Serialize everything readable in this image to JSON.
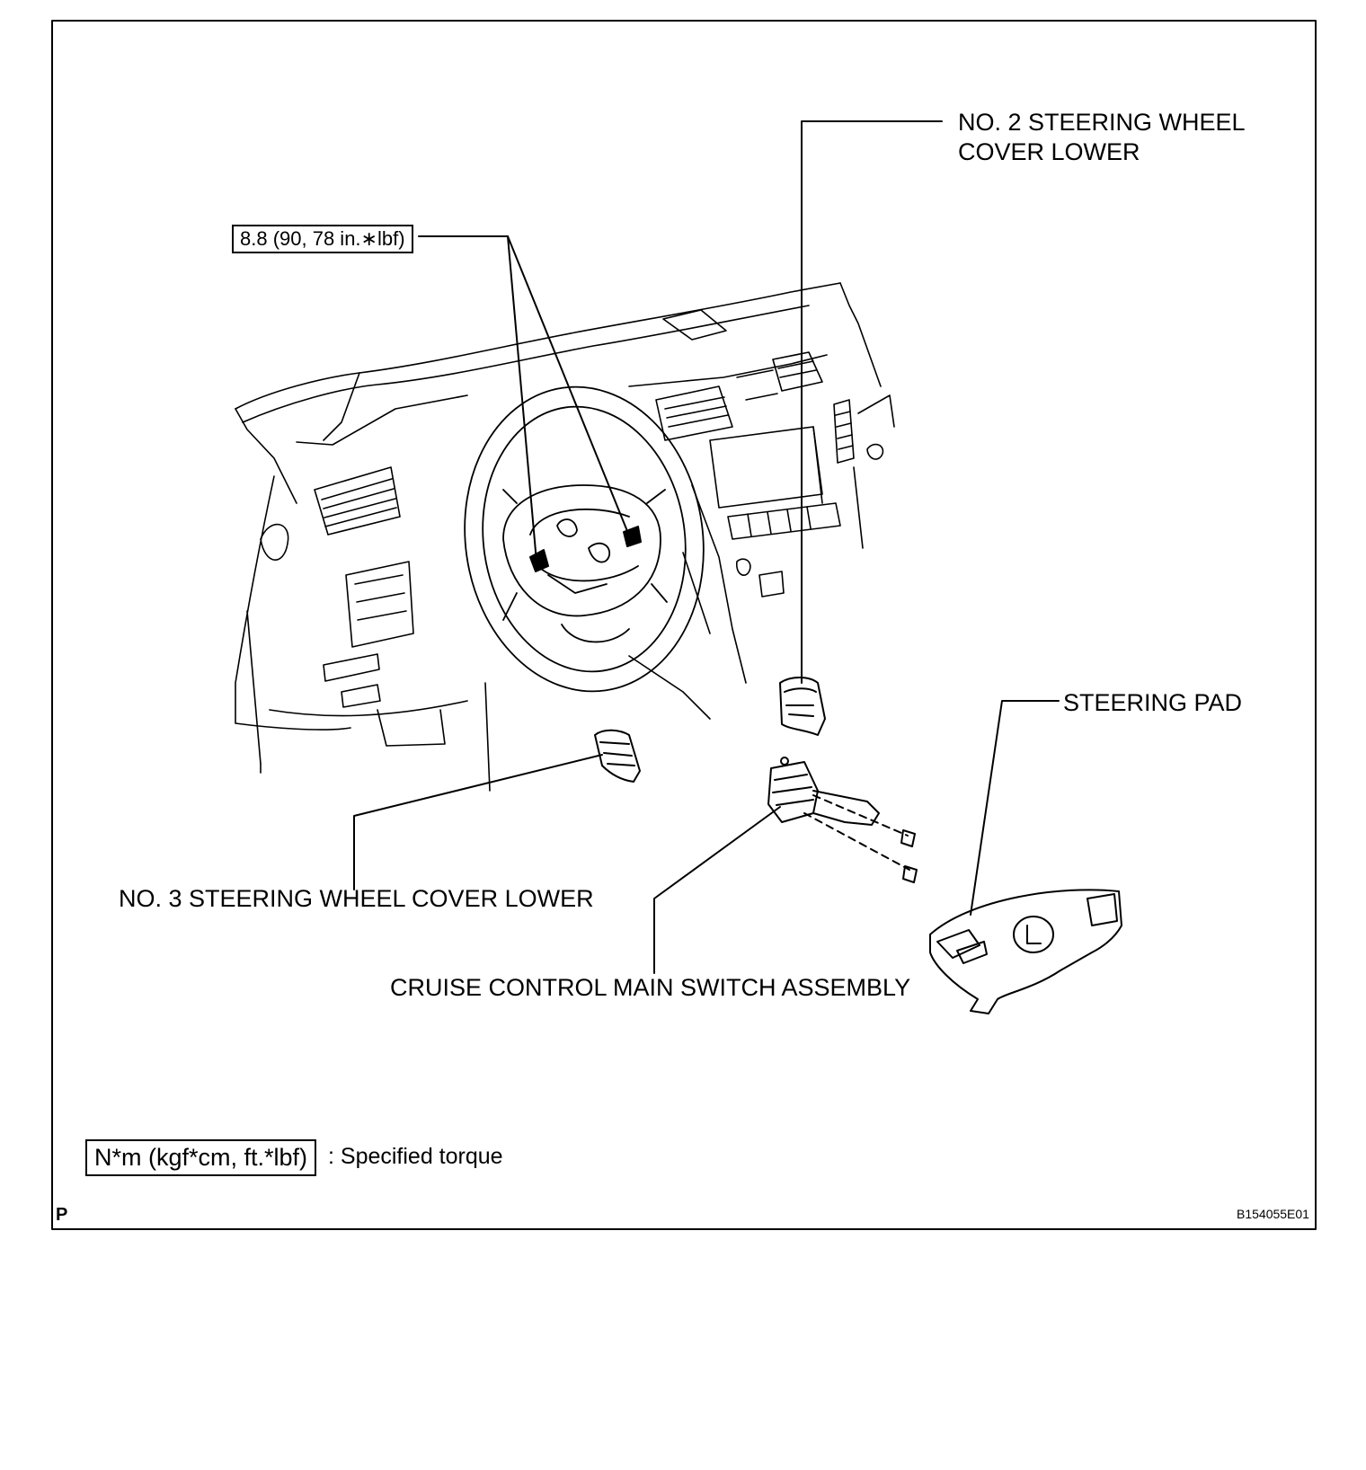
{
  "labels": {
    "no2_cover": [
      "NO. 2 STEERING WHEEL",
      "COVER LOWER"
    ],
    "torque_value": "8.8 (90, 78 in.∗lbf)",
    "steering_pad": "STEERING PAD",
    "no3_cover": "NO. 3 STEERING WHEEL COVER LOWER",
    "cruise_switch": "CRUISE CONTROL MAIN SWITCH ASSEMBLY"
  },
  "legend": {
    "box_text": "N*m (kgf*cm, ft.*lbf)",
    "description": ": Specified torque"
  },
  "corner": {
    "left_mark": "P",
    "figure_code": "B154055E01"
  }
}
